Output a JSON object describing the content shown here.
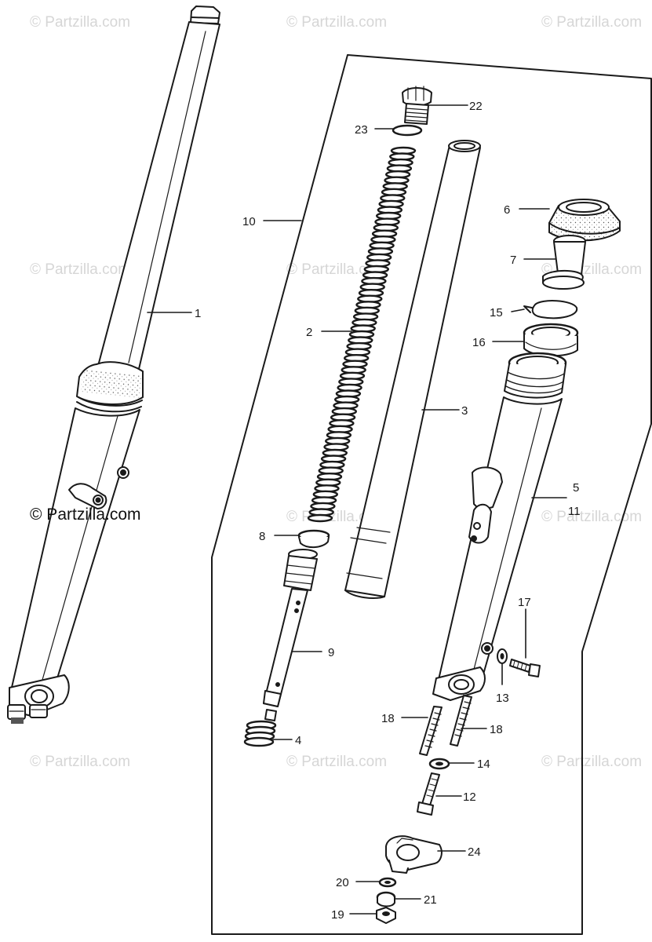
{
  "watermarks": {
    "text": "© Partzilla.com",
    "credit": "© Partzilla.com"
  },
  "callouts": {
    "c1": "1",
    "c2": "2",
    "c3": "3",
    "c4": "4",
    "c5": "5",
    "c6": "6",
    "c7": "7",
    "c8": "8",
    "c9": "9",
    "c10": "10",
    "c11": "11",
    "c12": "12",
    "c13": "13",
    "c14": "14",
    "c15": "15",
    "c16": "16",
    "c17": "17",
    "c18a": "18",
    "c18b": "18",
    "c19": "19",
    "c20": "20",
    "c21": "21",
    "c22": "22",
    "c23": "23",
    "c24": "24"
  },
  "colors": {
    "line": "#1a1a1a",
    "watermark": "#d6d6d6"
  }
}
